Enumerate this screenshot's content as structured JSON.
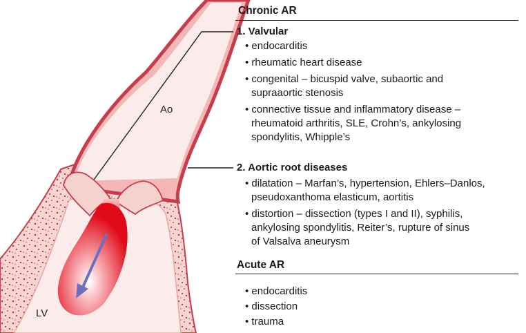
{
  "diagram": {
    "labels": {
      "aorta": "Ao",
      "ventricle": "LV"
    },
    "colors": {
      "wall_outer": "#c63d4d",
      "wall_inner": "#f1c7c4",
      "lumen": "#fbeceb",
      "tissue": "#f6d6d2",
      "tissue_speckle": "#c0394a",
      "jet": "#e10a1a",
      "arrow": "#6a6fc0",
      "line": "#222222"
    }
  },
  "text": {
    "chronic": {
      "heading": "Chronic AR",
      "valvular": {
        "title": "1. Valvular",
        "items": [
          "• endocarditis",
          "• rheumatic heart disease",
          "• congenital – bicuspid valve, subaortic and",
          "supraaortic stenosis",
          "• connective tissue and inflammatory disease –",
          "rheumatoid arthritis, SLE, Crohn’s, ankylosing",
          "spondylitis, Whipple’s"
        ]
      },
      "aortic_root": {
        "title": "2. Aortic root diseases",
        "items": [
          "• dilatation – Marfan’s, hypertension, Ehlers–Danlos,",
          "pseudoxanthoma elasticum, aortitis",
          "• distortion – dissection (types I and II), syphilis,",
          "ankylosing spondylitis, Reiter’s, rupture of sinus",
          "of Valsalva aneurysm"
        ]
      }
    },
    "acute": {
      "heading": "Acute AR",
      "items": [
        "• endocarditis",
        "• dissection",
        "• trauma"
      ]
    }
  }
}
